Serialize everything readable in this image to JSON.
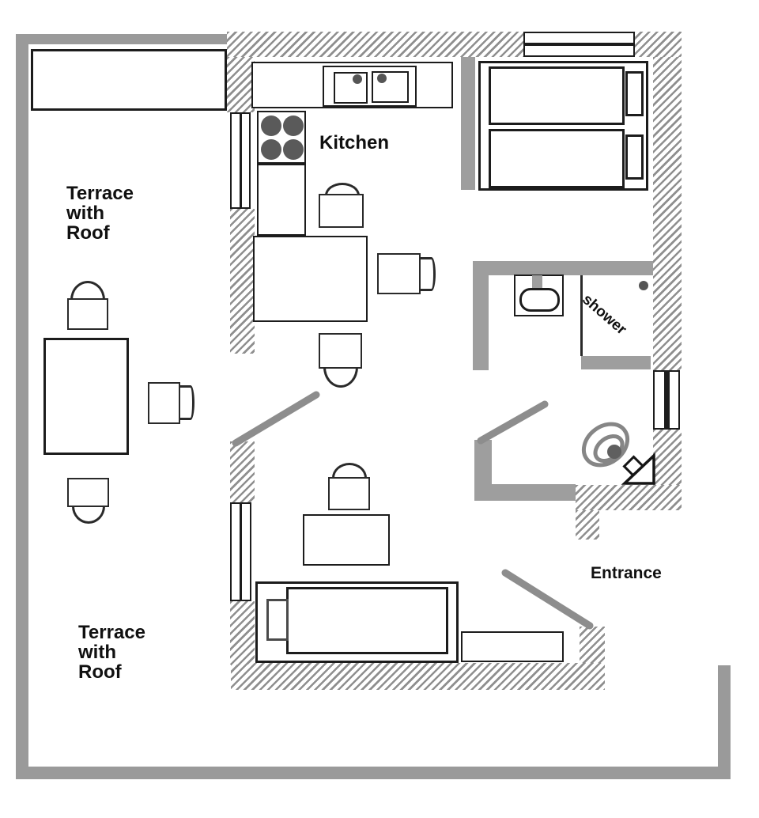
{
  "plan": {
    "type": "apartment-floor-plan",
    "labels": {
      "terrace_top": [
        "Terrace",
        "with",
        "Roof"
      ],
      "terrace_bottom": [
        "Terrace",
        "with",
        "Roof"
      ],
      "kitchen": "Kitchen",
      "shower": "shower",
      "entrance": "Entrance"
    },
    "colors": {
      "outline": "#1c1c1c",
      "wall_hatch_stripe": "#8f8f8f",
      "partition_gray": "#9e9e9e",
      "terrace_boundary_gray": "#9a9a9a",
      "fixture_dark_gray": "#5a5a5a",
      "door_leaf_gray": "#8d8d8d",
      "background": "#ffffff"
    },
    "fixtures": [
      "terrace-bench",
      "terrace-table",
      "terrace-chairs",
      "kitchen-counter",
      "kitchen-sink",
      "stove",
      "dining-table",
      "dining-chairs",
      "twin-beds",
      "washbasin",
      "shower-cabin",
      "toilet",
      "desk",
      "desk-chair",
      "sofa-bed",
      "entry-cabinet",
      "entrance-arrow"
    ]
  }
}
